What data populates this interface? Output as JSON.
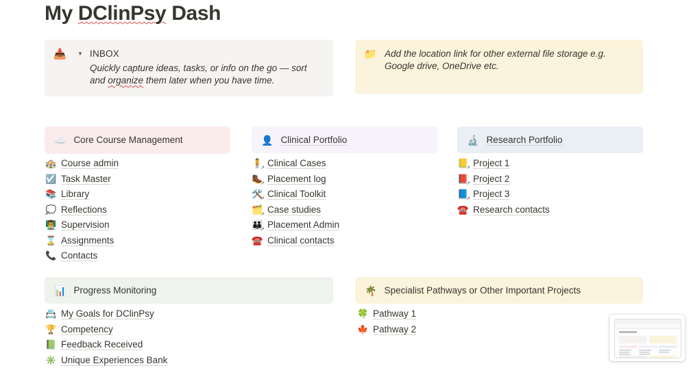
{
  "page": {
    "title_plain": "My ",
    "title_spell": "DClinPsy",
    "title_tail": " Dash"
  },
  "callouts": [
    {
      "name": "inbox",
      "icon": "inbox-tray-icon",
      "emoji": "📥",
      "toggle_arrow": "▼",
      "label": "INBOX",
      "text_a": "Quickly capture ideas, tasks, or info on the go — sort and ",
      "text_spell": "organize",
      "text_b": " them later when you have time.",
      "bg": "#f5f4f2"
    },
    {
      "name": "external-storage",
      "icon": "folder-icon",
      "emoji": "📁",
      "text": "Add the location link for other external file storage e.g. Google drive, OneDrive etc.",
      "bg": "#fbf3db"
    }
  ],
  "sections": {
    "core": {
      "icon": "cloud-check-icon",
      "emoji": "☁️",
      "title": "Core Course Management",
      "bg": "#fbecec",
      "items": [
        {
          "emoji": "🏤",
          "icon": "post-office-icon",
          "label": "Course admin",
          "ext": false
        },
        {
          "emoji": "☑️",
          "icon": "checkbox-icon",
          "label": "Task Master",
          "ext": false
        },
        {
          "emoji": "📚",
          "icon": "books-icon",
          "label": "Library",
          "ext": false
        },
        {
          "emoji": "💭",
          "icon": "thought-balloon-icon",
          "label": "Reflections",
          "ext": false
        },
        {
          "emoji": "👨‍🏫",
          "icon": "teacher-icon",
          "label": "Supervision",
          "ext": false
        },
        {
          "emoji": "⌛",
          "icon": "hourglass-icon",
          "label": "Assignments",
          "ext": false
        },
        {
          "emoji": "📞",
          "icon": "telephone-receiver-icon",
          "label": "Contacts",
          "ext": false
        }
      ]
    },
    "clinical": {
      "icon": "person-avatar-icon",
      "emoji": "👤",
      "title": "Clinical Portfolio",
      "bg": "#f6f3fa",
      "items": [
        {
          "emoji": "🧍",
          "icon": "person-standing-icon",
          "label": "Clinical Cases",
          "ext": true
        },
        {
          "emoji": "🥾",
          "icon": "hiking-boot-icon",
          "label": "Placement log",
          "ext": true
        },
        {
          "emoji": "🛠️",
          "icon": "tools-icon",
          "label": "Clinical Toolkit",
          "ext": true
        },
        {
          "emoji": "🗂️",
          "icon": "card-index-dividers-icon",
          "label": "Case studies",
          "ext": true
        },
        {
          "emoji": "👪",
          "icon": "family-icon",
          "label": "Placement Admin",
          "ext": true
        },
        {
          "emoji": "☎️",
          "icon": "telephone-icon",
          "label": "Clinical contacts",
          "ext": false
        }
      ]
    },
    "research": {
      "icon": "microscope-icon",
      "emoji": "🔬",
      "title": "Research Portfolio",
      "bg": "#e9eff4",
      "items": [
        {
          "emoji": "📒",
          "icon": "yellow-notebook-icon",
          "label": "Project 1",
          "ext": true
        },
        {
          "emoji": "📕",
          "icon": "red-book-icon",
          "label": "Project 2",
          "ext": true
        },
        {
          "emoji": "📘",
          "icon": "blue-book-icon",
          "label": "Project 3",
          "ext": true
        },
        {
          "emoji": "☎️",
          "icon": "telephone-icon",
          "label": "Research contacts",
          "ext": false
        }
      ]
    },
    "progress": {
      "icon": "bar-chart-icon",
      "emoji": "📊",
      "title": "Progress Monitoring",
      "bg": "#eef3ed",
      "items": [
        {
          "emoji": "📇",
          "icon": "card-index-icon",
          "label": "My Goals for DClinPsy",
          "ext": false
        },
        {
          "emoji": "🏆",
          "icon": "trophy-icon",
          "label": "Competency",
          "ext": false
        },
        {
          "emoji": "📗",
          "icon": "green-book-icon",
          "label": "Feedback Received",
          "ext": false
        },
        {
          "emoji": "✳️",
          "icon": "sparkle-icon",
          "label": "Unique Experiences Bank",
          "ext": false
        }
      ]
    },
    "pathways": {
      "icon": "palm-tree-icon",
      "emoji": "🌴",
      "title": "Specialist Pathways or Other Important Projects",
      "bg": "#fbf3db",
      "items": [
        {
          "emoji": "🍀",
          "icon": "four-leaf-clover-icon",
          "label": "Pathway 1",
          "ext": false
        },
        {
          "emoji": "🍁",
          "icon": "maple-leaf-icon",
          "label": "Pathway 2",
          "ext": false
        }
      ]
    }
  },
  "pip": {
    "name": "page-preview-thumbnail"
  }
}
